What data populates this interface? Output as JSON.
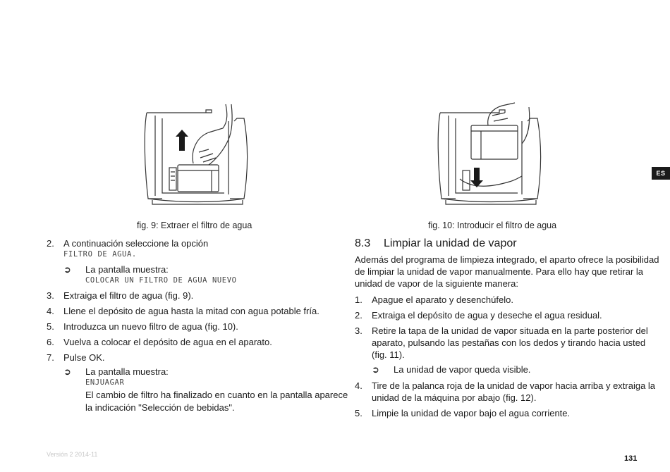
{
  "lang_tab": "ES",
  "figures": {
    "fig9_caption": "fig. 9:   Extraer el filtro de agua",
    "fig10_caption": "fig. 10:  Introducir el filtro de agua"
  },
  "left": {
    "s2_num": "2.",
    "s2_text": "A continuación seleccione la opción",
    "s2_mono": "FILTRO DE AGUA.",
    "s2_arrow": "➲",
    "s2_result": "La pantalla muestra:",
    "s2_result_mono": "COLOCAR UN FILTRO DE AGUA NUEVO",
    "s3_num": "3.",
    "s3_text": "Extraiga el filtro de agua (fig. 9).",
    "s4_num": "4.",
    "s4_text": "Llene el depósito de agua hasta la mitad con agua potable fría.",
    "s5_num": "5.",
    "s5_text": "Introduzca un nuevo filtro de agua (fig. 10).",
    "s6_num": "6.",
    "s6_text": "Vuelva a colocar el depósito de agua en el aparato.",
    "s7_num": "7.",
    "s7_text": "Pulse OK.",
    "s7_arrow": "➲",
    "s7_result": "La pantalla muestra:",
    "s7_result_mono": "ENJUAGAR",
    "s7_note_1": "El cambio de filtro ha finalizado en cuanto en la pantalla aparece",
    "s7_note_2": "la indicación \"Selección de bebidas\"."
  },
  "right": {
    "heading_num": "8.3",
    "heading_text": "Limpiar la unidad de vapor",
    "intro_1": "Además del programa de limpieza integrado, el aparto ofrece la posibilidad",
    "intro_2": "de limpiar la unidad de vapor manualmente. Para ello hay que retirar la",
    "intro_3": "unidad de vapor de la siguiente manera:",
    "s1_num": "1.",
    "s1_text": "Apague el aparato y desenchúfelo.",
    "s2_num": "2.",
    "s2_text": "Extraiga el depósito de agua y deseche el agua residual.",
    "s3_num": "3.",
    "s3_text_1": "Retire la tapa de la unidad de vapor situada en la parte posterior del",
    "s3_text_2": "aparato, pulsando las pestañas con los dedos y tirando hacia usted",
    "s3_text_3": "(fig. 11).",
    "s3_arrow": "➲",
    "s3_result": "La unidad de vapor queda visible.",
    "s4_num": "4.",
    "s4_text_1": "Tire de la palanca roja de la unidad de vapor hacia arriba y extraiga la",
    "s4_text_2": "unidad de la máquina por abajo (fig. 12).",
    "s5_num": "5.",
    "s5_text": "Limpie la unidad de vapor bajo el agua corriente."
  },
  "footer": {
    "version": "Versión 2    2014-11",
    "page_number": "131"
  }
}
